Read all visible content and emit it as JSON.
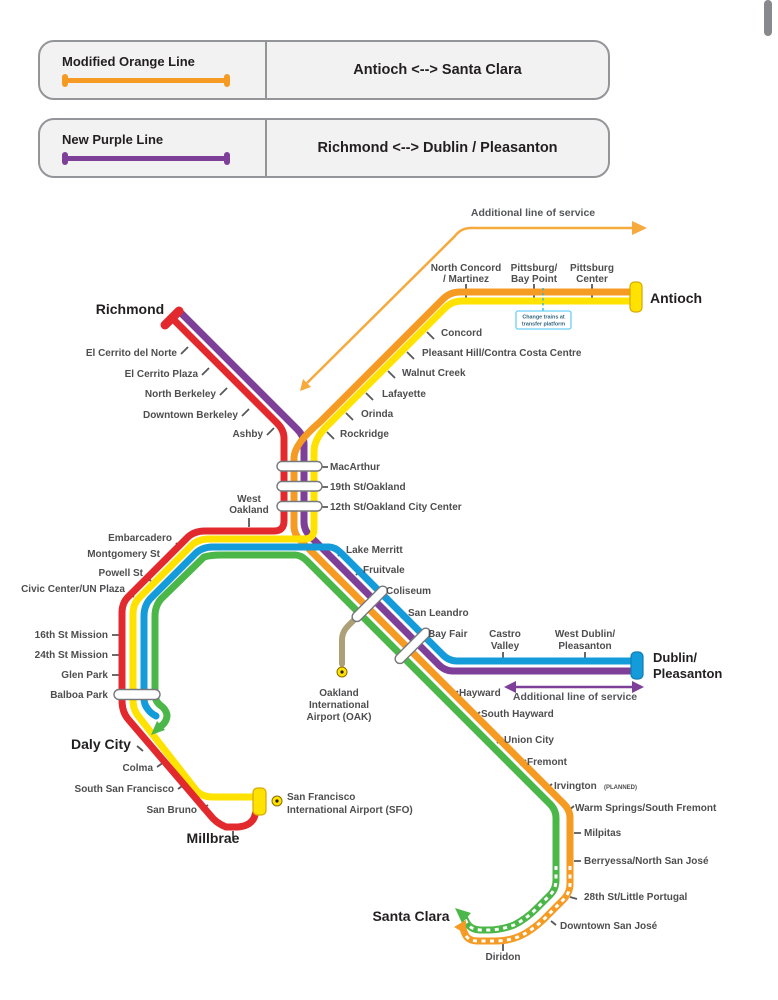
{
  "legend": {
    "rows": [
      {
        "name": "Modified Orange Line",
        "route": "Antioch <--> Santa Clara",
        "color": "#F59B23"
      },
      {
        "name": "New Purple Line",
        "route": "Richmond <--> Dublin / Pleasanton",
        "color": "#7D3F98"
      }
    ]
  },
  "annotations": {
    "service_top": "Additional line of service",
    "service_dublin": "Additional line of service",
    "transfer_note": [
      "Change trains at",
      "transfer platform"
    ],
    "planned": "(PLANNED)"
  },
  "terminals": {
    "richmond": "Richmond",
    "antioch": "Antioch",
    "daly_city": "Daly City",
    "millbrae": "Millbrae",
    "dublin": [
      "Dublin/",
      "Pleasanton"
    ],
    "santa_clara": "Santa Clara",
    "sfo": [
      "San Francisco",
      "International Airport (SFO)"
    ],
    "oak": [
      "Oakland",
      "International",
      "Airport (OAK)"
    ]
  },
  "stations": {
    "north_concord": [
      "North Concord",
      "/ Martinez"
    ],
    "pittsburg_bay_point": [
      "Pittsburg/",
      "Bay Point"
    ],
    "pittsburg_center": [
      "Pittsburg",
      "Center"
    ],
    "concord": "Concord",
    "pleasant_hill": "Pleasant Hill/Contra Costa Centre",
    "walnut_creek": "Walnut Creek",
    "lafayette": "Lafayette",
    "orinda": "Orinda",
    "rockridge": "Rockridge",
    "el_cerrito_del_norte": "El Cerrito del Norte",
    "el_cerrito_plaza": "El Cerrito Plaza",
    "north_berkeley": "North Berkeley",
    "downtown_berkeley": "Downtown Berkeley",
    "ashby": "Ashby",
    "macarthur": "MacArthur",
    "nineteenth_st": "19th St/Oakland",
    "twelfth_st": "12th St/Oakland City Center",
    "west_oakland": [
      "West",
      "Oakland"
    ],
    "embarcadero": "Embarcadero",
    "montgomery": "Montgomery St",
    "powell": "Powell St",
    "civic_center": "Civic Center/UN Plaza",
    "sixteenth_mission": "16th St Mission",
    "twentyfourth_mission": "24th St Mission",
    "glen_park": "Glen Park",
    "balboa_park": "Balboa Park",
    "colma": "Colma",
    "south_sf": "South San Francisco",
    "san_bruno": "San Bruno",
    "lake_merritt": "Lake Merritt",
    "fruitvale": "Fruitvale",
    "coliseum": "Coliseum",
    "san_leandro": "San Leandro",
    "bay_fair": "Bay Fair",
    "castro_valley": [
      "Castro",
      "Valley"
    ],
    "west_dublin": [
      "West Dublin/",
      "Pleasanton"
    ],
    "hayward": "Hayward",
    "south_hayward": "South Hayward",
    "union_city": "Union City",
    "fremont": "Fremont",
    "irvington": "Irvington",
    "warm_springs": "Warm Springs/South Fremont",
    "milpitas": "Milpitas",
    "berryessa": "Berryessa/North San José",
    "twentyeighth_st": "28th St/Little Portugal",
    "downtown_sj": "Downtown San José",
    "diridon": "Diridon"
  },
  "lines": {
    "red": "#E22A2E",
    "orange": "#F59B23",
    "yellow": "#FFE200",
    "purple": "#7D3F98",
    "blue": "#149BD9",
    "green": "#4CB749",
    "beige": "#ADA077",
    "service": "#F6A93C",
    "teal": "#35B6C9",
    "notebox": "#6DCFF6"
  }
}
